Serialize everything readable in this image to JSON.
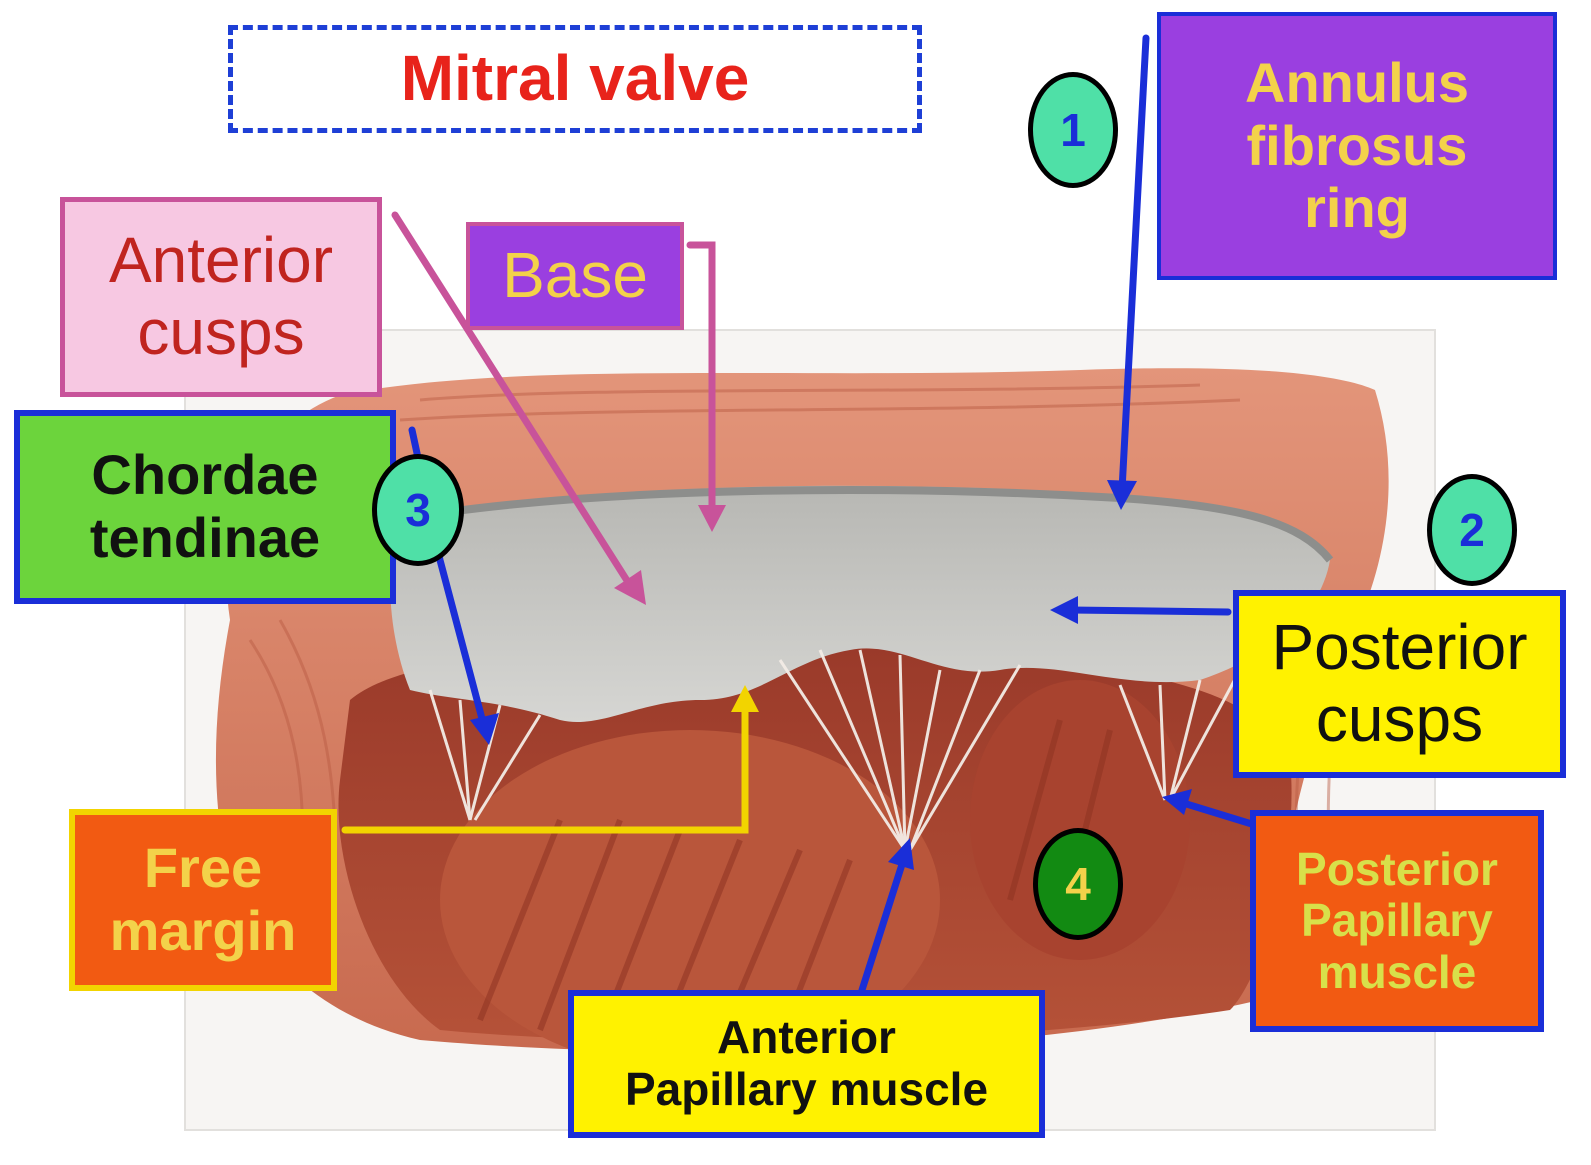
{
  "title": "Mitral valve",
  "labels": {
    "annulus": [
      "Annulus",
      "fibrosus",
      "ring"
    ],
    "anterior_cusps": [
      "Anterior",
      "cusps"
    ],
    "base": "Base",
    "chordae": [
      "Chordae",
      "tendinae"
    ],
    "posterior_cusps": [
      "Posterior",
      "cusps"
    ],
    "free_margin": [
      "Free",
      "margin"
    ],
    "posterior_papillary": [
      "Posterior",
      "Papillary",
      "muscle"
    ],
    "anterior_papillary": [
      "Anterior",
      "Papillary muscle"
    ]
  },
  "badges": [
    "1",
    "2",
    "3",
    "4"
  ],
  "colors": {
    "title_text": "#e8231b",
    "title_border": "#1e3fd6",
    "purple_box": "#9a3fe0",
    "gold_text": "#f3d24a",
    "pink_box": "#f7c8e2",
    "pink_border": "#c8539a",
    "cusp_text": "#c0241f",
    "green_box": "#6cd43c",
    "blue_border": "#1a2ed8",
    "yellow_box": "#fff200",
    "orange_box": "#f25a12",
    "yellow_border": "#f2d400",
    "teal_badge": "#4fe0a7",
    "dark_green_badge": "#128a12",
    "tissue": "#d9866c",
    "valve": "#c9c9c6"
  }
}
